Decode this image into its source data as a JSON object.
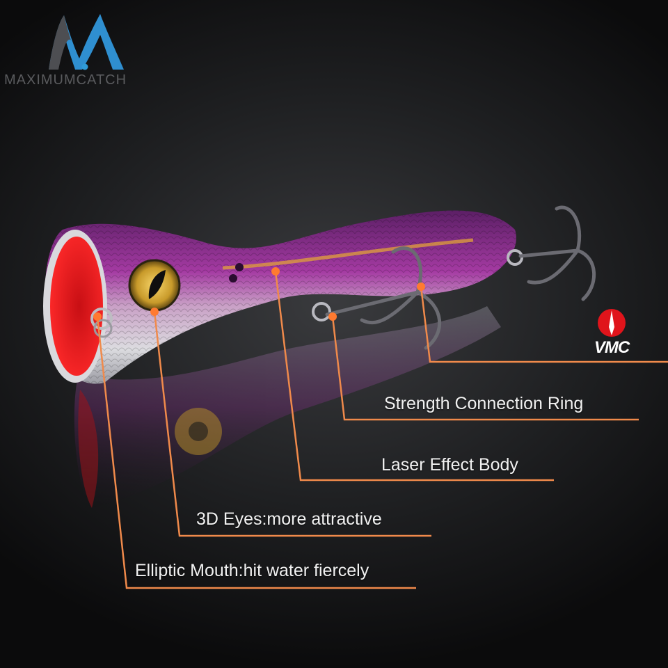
{
  "brand": {
    "name": "MAXIMUMCATCH",
    "accent": "#2f9bd8"
  },
  "hook_brand": {
    "name": "VMC",
    "accent": "#e0141b"
  },
  "callouts": [
    {
      "id": "connection-ring",
      "text": "Strength Connection Ring"
    },
    {
      "id": "laser-body",
      "text": "Laser Effect Body"
    },
    {
      "id": "eyes",
      "text": "3D Eyes:more attractive"
    },
    {
      "id": "mouth",
      "text": "Elliptic Mouth:hit water fiercely"
    }
  ],
  "colors": {
    "leader_line": "#f08a4b",
    "leader_dot": "#ff7a30",
    "lure_body": "#8e2a8c",
    "lure_mouth": "#e0141b"
  },
  "icons": {
    "brand_logo": "maximumcatch-m-logo-icon",
    "hook_logo": "vmc-logo-icon"
  }
}
